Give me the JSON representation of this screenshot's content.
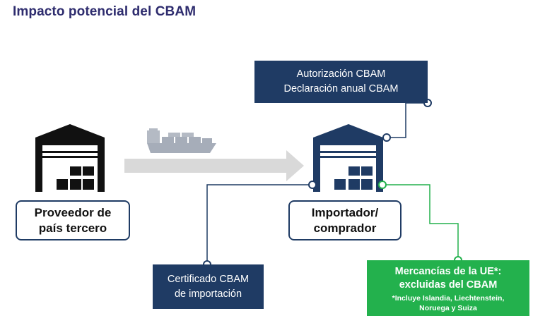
{
  "title": "Impacto potencial del CBAM",
  "boxes": {
    "authorization": {
      "line1": "Autorización CBAM",
      "line2": "Declaración anual CBAM"
    },
    "supplier": {
      "line1": "Proveedor de",
      "line2": "país tercero"
    },
    "importer": {
      "line1": "Importador/",
      "line2": "comprador"
    },
    "certificate": {
      "line1": "Certificado CBAM",
      "line2": "de importación"
    },
    "excluded": {
      "line1": "Mercancías de la UE*:",
      "line2": "excluidas del CBAM",
      "note1": "*Incluye Islandia, Liechtenstein,",
      "note2": "Noruega y Suiza"
    }
  },
  "icons": [
    "warehouse-icon",
    "container-ship-icon",
    "right-arrow-icon"
  ],
  "colors": {
    "title": "#2e2c6e",
    "dark_box": "#1f3b64",
    "green_box": "#23b14d",
    "arrow": "#d9d9d9",
    "warehouse_left": "#111111",
    "warehouse_right": "#1f3b64"
  }
}
